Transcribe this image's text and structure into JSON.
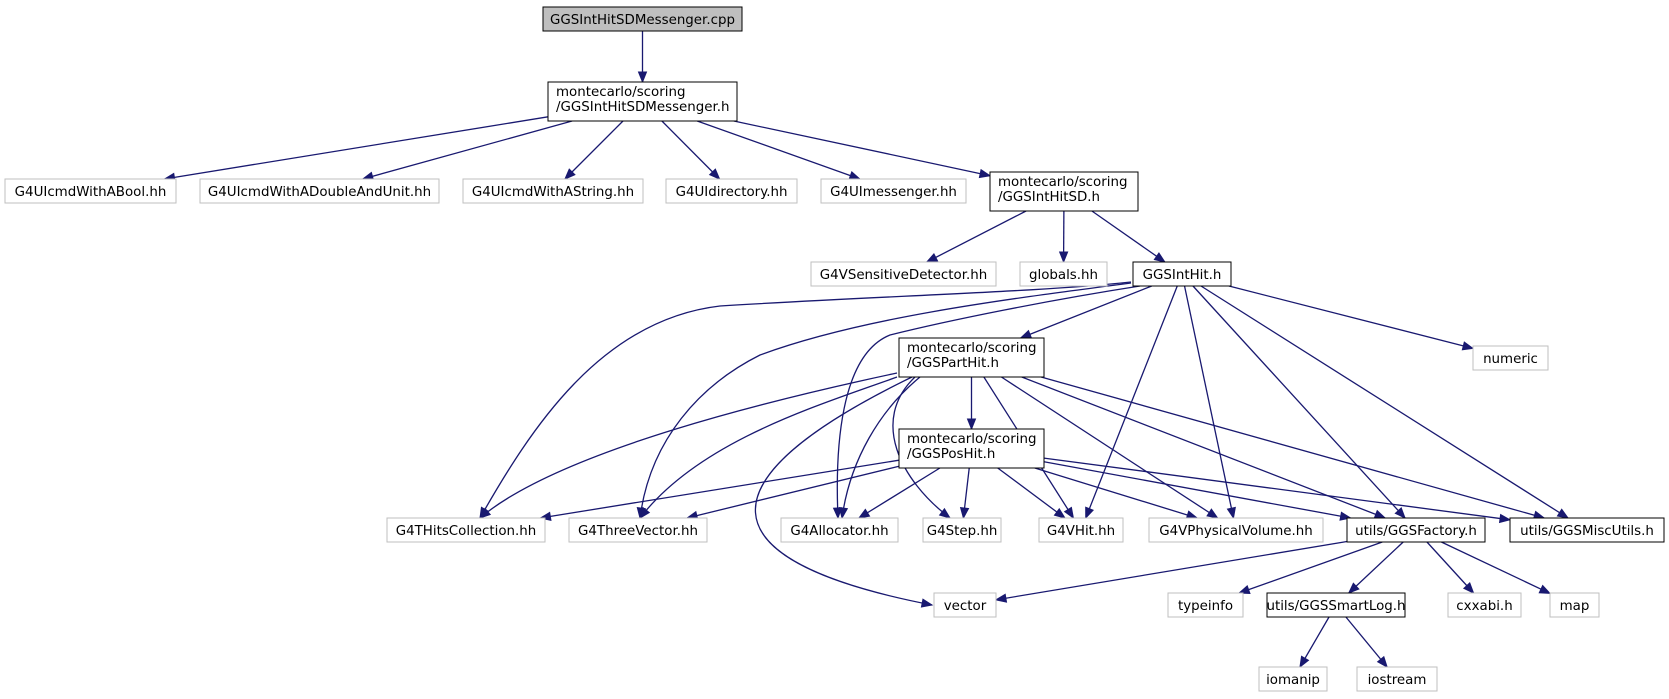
{
  "graph": {
    "nodes": [
      {
        "id": "cpp",
        "kind": "root",
        "lines": [
          "GGSIntHitSDMessenger.cpp"
        ]
      },
      {
        "id": "messenger_h",
        "kind": "internal",
        "lines": [
          "montecarlo/scoring",
          "/GGSIntHitSDMessenger.h"
        ]
      },
      {
        "id": "g4bool",
        "kind": "external",
        "lines": [
          "G4UIcmdWithABool.hh"
        ]
      },
      {
        "id": "g4double",
        "kind": "external",
        "lines": [
          "G4UIcmdWithADoubleAndUnit.hh"
        ]
      },
      {
        "id": "g4string",
        "kind": "external",
        "lines": [
          "G4UIcmdWithAString.hh"
        ]
      },
      {
        "id": "g4dir",
        "kind": "external",
        "lines": [
          "G4UIdirectory.hh"
        ]
      },
      {
        "id": "g4messenger",
        "kind": "external",
        "lines": [
          "G4UImessenger.hh"
        ]
      },
      {
        "id": "inthitsd_h",
        "kind": "internal",
        "lines": [
          "montecarlo/scoring",
          "/GGSIntHitSD.h"
        ]
      },
      {
        "id": "g4sd",
        "kind": "external",
        "lines": [
          "G4VSensitiveDetector.hh"
        ]
      },
      {
        "id": "globals",
        "kind": "external",
        "lines": [
          "globals.hh"
        ]
      },
      {
        "id": "inthit_h",
        "kind": "internal",
        "lines": [
          "GGSIntHit.h"
        ]
      },
      {
        "id": "numeric",
        "kind": "external",
        "lines": [
          "numeric"
        ]
      },
      {
        "id": "parthit_h",
        "kind": "internal",
        "lines": [
          "montecarlo/scoring",
          "/GGSPartHit.h"
        ]
      },
      {
        "id": "poshit_h",
        "kind": "internal",
        "lines": [
          "montecarlo/scoring",
          "/GGSPosHit.h"
        ]
      },
      {
        "id": "g4hits",
        "kind": "external",
        "lines": [
          "G4THitsCollection.hh"
        ]
      },
      {
        "id": "g4three",
        "kind": "external",
        "lines": [
          "G4ThreeVector.hh"
        ]
      },
      {
        "id": "g4alloc",
        "kind": "external",
        "lines": [
          "G4Allocator.hh"
        ]
      },
      {
        "id": "g4step",
        "kind": "external",
        "lines": [
          "G4Step.hh"
        ]
      },
      {
        "id": "g4vhit",
        "kind": "external",
        "lines": [
          "G4VHit.hh"
        ]
      },
      {
        "id": "g4phys",
        "kind": "external",
        "lines": [
          "G4VPhysicalVolume.hh"
        ]
      },
      {
        "id": "factory_h",
        "kind": "internal",
        "lines": [
          "utils/GGSFactory.h"
        ]
      },
      {
        "id": "misc_h",
        "kind": "internal",
        "lines": [
          "utils/GGSMiscUtils.h"
        ]
      },
      {
        "id": "vector",
        "kind": "external",
        "lines": [
          "vector"
        ]
      },
      {
        "id": "typeinfo",
        "kind": "external",
        "lines": [
          "typeinfo"
        ]
      },
      {
        "id": "smartlog_h",
        "kind": "internal",
        "lines": [
          "utils/GGSSmartLog.h"
        ]
      },
      {
        "id": "cxxabi",
        "kind": "external",
        "lines": [
          "cxxabi.h"
        ]
      },
      {
        "id": "map",
        "kind": "external",
        "lines": [
          "map"
        ]
      },
      {
        "id": "iomanip",
        "kind": "external",
        "lines": [
          "iomanip"
        ]
      },
      {
        "id": "iostream",
        "kind": "external",
        "lines": [
          "iostream"
        ]
      }
    ],
    "edges": [
      [
        "cpp",
        "messenger_h"
      ],
      [
        "messenger_h",
        "g4bool"
      ],
      [
        "messenger_h",
        "g4double"
      ],
      [
        "messenger_h",
        "g4string"
      ],
      [
        "messenger_h",
        "g4dir"
      ],
      [
        "messenger_h",
        "g4messenger"
      ],
      [
        "messenger_h",
        "inthitsd_h"
      ],
      [
        "inthitsd_h",
        "g4sd"
      ],
      [
        "inthitsd_h",
        "globals"
      ],
      [
        "inthitsd_h",
        "inthit_h"
      ],
      [
        "inthit_h",
        "parthit_h"
      ],
      [
        "inthit_h",
        "numeric"
      ],
      [
        "inthit_h",
        "g4hits"
      ],
      [
        "inthit_h",
        "g4three"
      ],
      [
        "inthit_h",
        "g4alloc"
      ],
      [
        "inthit_h",
        "g4vhit"
      ],
      [
        "inthit_h",
        "g4phys"
      ],
      [
        "inthit_h",
        "factory_h"
      ],
      [
        "inthit_h",
        "misc_h"
      ],
      [
        "parthit_h",
        "poshit_h"
      ],
      [
        "parthit_h",
        "g4hits"
      ],
      [
        "parthit_h",
        "g4three"
      ],
      [
        "parthit_h",
        "g4alloc"
      ],
      [
        "parthit_h",
        "g4step"
      ],
      [
        "parthit_h",
        "g4vhit"
      ],
      [
        "parthit_h",
        "g4phys"
      ],
      [
        "parthit_h",
        "factory_h"
      ],
      [
        "parthit_h",
        "misc_h"
      ],
      [
        "parthit_h",
        "vector"
      ],
      [
        "poshit_h",
        "g4hits"
      ],
      [
        "poshit_h",
        "g4three"
      ],
      [
        "poshit_h",
        "g4alloc"
      ],
      [
        "poshit_h",
        "g4step"
      ],
      [
        "poshit_h",
        "g4vhit"
      ],
      [
        "poshit_h",
        "g4phys"
      ],
      [
        "poshit_h",
        "factory_h"
      ],
      [
        "poshit_h",
        "misc_h"
      ],
      [
        "factory_h",
        "vector"
      ],
      [
        "factory_h",
        "typeinfo"
      ],
      [
        "factory_h",
        "smartlog_h"
      ],
      [
        "factory_h",
        "cxxabi"
      ],
      [
        "factory_h",
        "map"
      ],
      [
        "smartlog_h",
        "iomanip"
      ],
      [
        "smartlog_h",
        "iostream"
      ]
    ]
  }
}
